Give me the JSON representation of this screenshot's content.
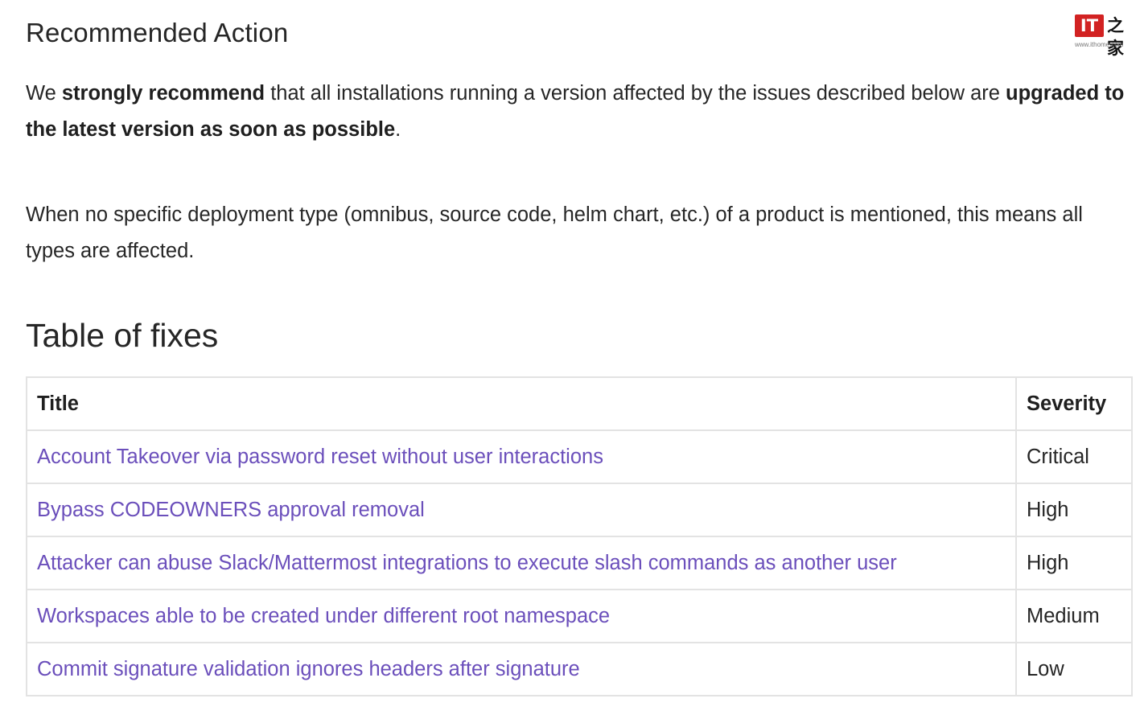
{
  "logo": {
    "mark": "IT",
    "cn": "之家",
    "url": "www.ithome.com"
  },
  "section_title": "Recommended Action",
  "paragraph1": {
    "t1": "We ",
    "b1": "strongly recommend",
    "t2": " that all installations running a version affected by the issues described below are ",
    "b2": "upgraded to the latest version as soon as possible",
    "t3": "."
  },
  "paragraph2": "When no specific deployment type (omnibus, source code, helm chart, etc.) of a product is mentioned, this means all types are affected.",
  "table_heading": "Table of fixes",
  "table": {
    "headers": {
      "title": "Title",
      "severity": "Severity"
    },
    "rows": [
      {
        "title": "Account Takeover via password reset without user interactions",
        "severity": "Critical"
      },
      {
        "title": "Bypass CODEOWNERS approval removal",
        "severity": "High"
      },
      {
        "title": "Attacker can abuse Slack/Mattermost integrations to execute slash commands as another user",
        "severity": "High"
      },
      {
        "title": "Workspaces able to be created under different root namespace",
        "severity": "Medium"
      },
      {
        "title": "Commit signature validation ignores headers after signature",
        "severity": "Low"
      }
    ]
  }
}
